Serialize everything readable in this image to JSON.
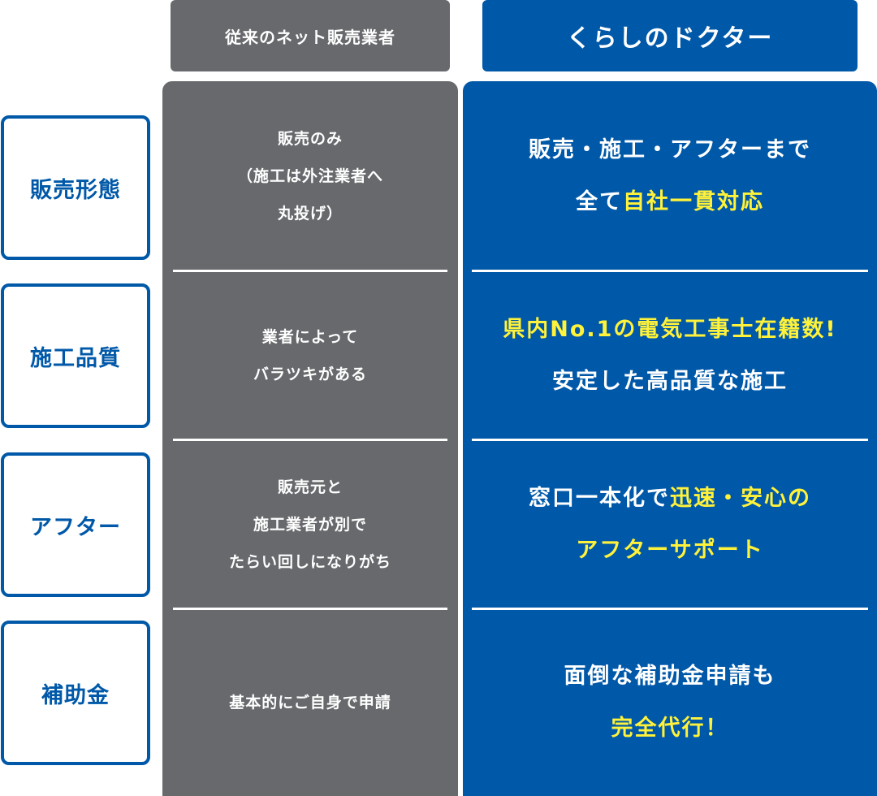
{
  "headers": {
    "conventional": "従来のネット販売業者",
    "kurashi": "くらしのドクター"
  },
  "colors": {
    "gray": "#67696c",
    "blue": "#0058a8",
    "highlight": "#fff23a"
  },
  "rows": [
    {
      "label": "販売形態",
      "conventional": [
        "販売のみ",
        "（施工は外注業者へ",
        "丸投げ）"
      ],
      "kurashi": [
        [
          {
            "t": "販売・施工・アフターまで",
            "h": false
          }
        ],
        [
          {
            "t": "全て",
            "h": false
          },
          {
            "t": "自社一貫対応",
            "h": true
          }
        ]
      ]
    },
    {
      "label": "施工品質",
      "conventional": [
        "業者によって",
        "バラツキがある"
      ],
      "kurashi": [
        [
          {
            "t": "県内No.1の電気工事士在籍数!",
            "h": true
          }
        ],
        [
          {
            "t": "安定した高品質な施工",
            "h": false
          }
        ]
      ]
    },
    {
      "label": "アフター",
      "conventional": [
        "販売元と",
        "施工業者が別で",
        "たらい回しになりがち"
      ],
      "kurashi": [
        [
          {
            "t": "窓口一本化で",
            "h": false
          },
          {
            "t": "迅速・安心の",
            "h": true
          }
        ],
        [
          {
            "t": "アフターサポート",
            "h": true
          }
        ]
      ]
    },
    {
      "label": "補助金",
      "conventional": [
        "基本的にご自身で申請"
      ],
      "kurashi": [
        [
          {
            "t": "面倒な補助金申請も",
            "h": false
          }
        ],
        [
          {
            "t": "完全代行！",
            "h": true
          }
        ]
      ]
    }
  ]
}
